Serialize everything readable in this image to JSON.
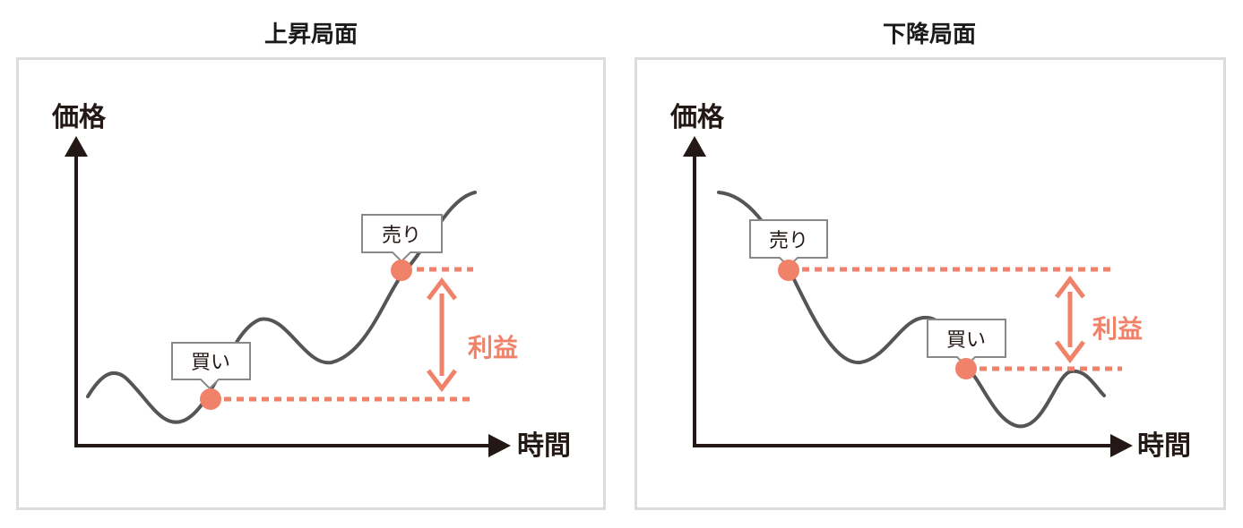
{
  "panels": [
    {
      "title": "上昇局面",
      "y_axis_label": "価格",
      "x_axis_label": "時間",
      "sell_label": "売り",
      "buy_label": "買い",
      "profit_label": "利益"
    },
    {
      "title": "下降局面",
      "y_axis_label": "価格",
      "x_axis_label": "時間",
      "sell_label": "売り",
      "buy_label": "買い",
      "profit_label": "利益"
    }
  ],
  "colors": {
    "accent": "#f0826a",
    "curve": "#555555",
    "axis": "#231815",
    "frame": "#dcdcdc",
    "callout_border": "#888888"
  }
}
